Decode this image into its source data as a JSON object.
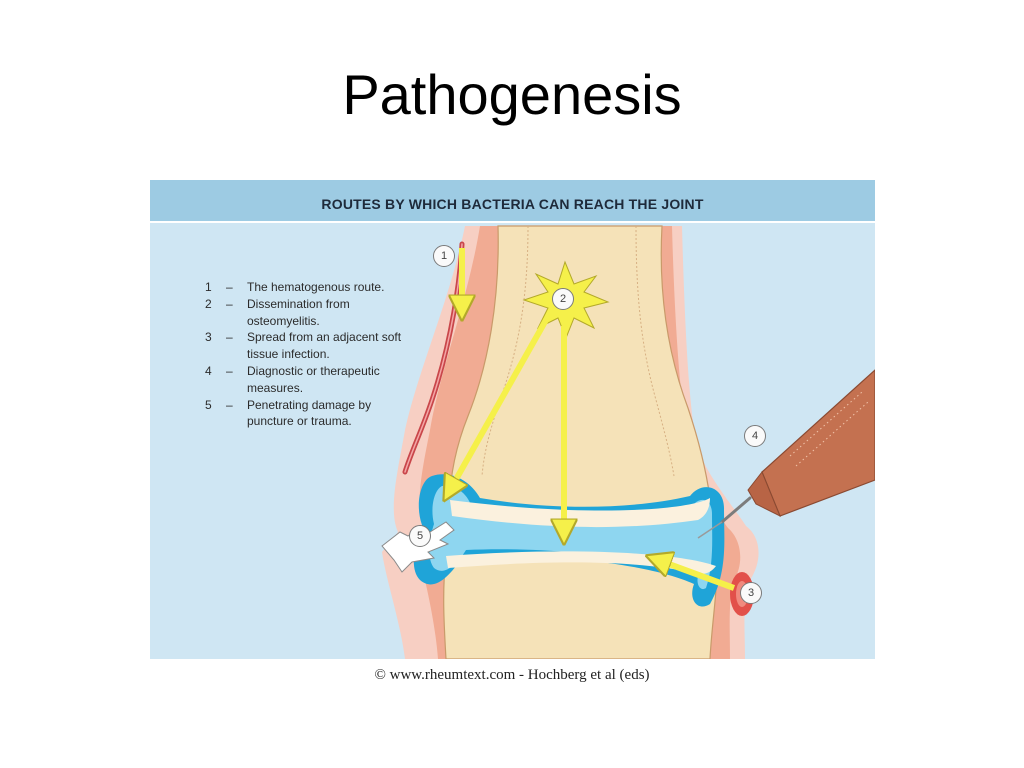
{
  "slide": {
    "title": "Pathogenesis"
  },
  "figure": {
    "header": "ROUTES BY WHICH BACTERIA CAN REACH THE JOINT",
    "legend": [
      {
        "num": "1",
        "dash": "–",
        "text": "The hematogenous route."
      },
      {
        "num": "2",
        "dash": "–",
        "text": "Dissemination from osteomyelitis."
      },
      {
        "num": "3",
        "dash": "–",
        "text": "Spread from an adjacent soft tissue infection."
      },
      {
        "num": "4",
        "dash": "–",
        "text": "Diagnostic or therapeutic measures."
      },
      {
        "num": "5",
        "dash": "–",
        "text": "Penetrating damage by puncture or trauma."
      }
    ],
    "callouts": [
      "1",
      "2",
      "3",
      "4",
      "5"
    ],
    "colors": {
      "header_band": "#9dcbe3",
      "background": "#cfe6f3",
      "bone": "#f5e2b8",
      "cartilage_layer": "#fbf1de",
      "capsule": "#f3b7a4",
      "synovial_fluid": "#7fd0ee",
      "synovium_edge": "#1fa4d8",
      "arrow": "#f5f04a",
      "blood_vessel": "#c9464a"
    }
  },
  "caption": "© www.rheumtext.com - Hochberg et al (eds)"
}
